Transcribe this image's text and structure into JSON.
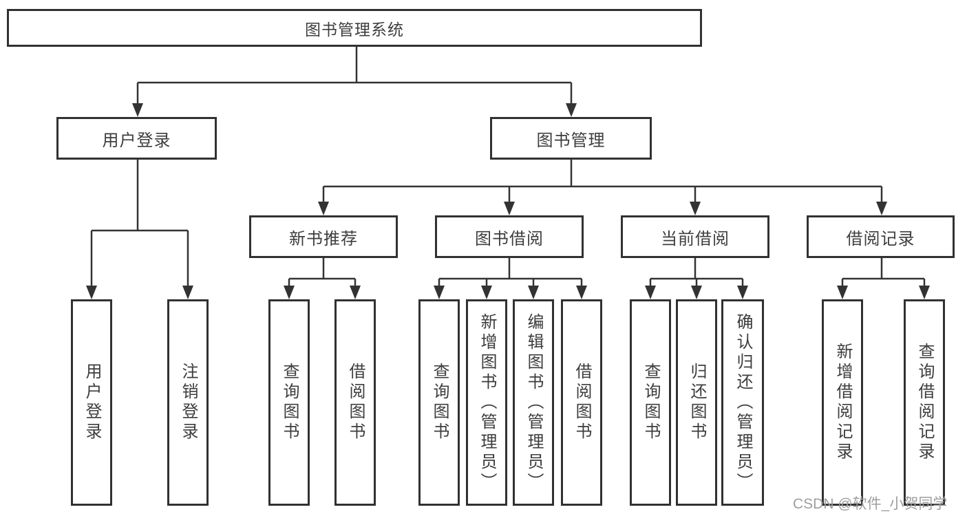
{
  "tree": {
    "root": {
      "label": "图书管理系统"
    },
    "branches": [
      {
        "label": "用户登录",
        "children": [
          {
            "label": "用户登录"
          },
          {
            "label": "注销登录"
          }
        ]
      },
      {
        "label": "图书管理",
        "groups": [
          {
            "label": "新书推荐",
            "children": [
              {
                "label": "查询图书"
              },
              {
                "label": "借阅图书"
              }
            ]
          },
          {
            "label": "图书借阅",
            "children": [
              {
                "label": "查询图书"
              },
              {
                "label": "新增图书（管理员）"
              },
              {
                "label": "编辑图书（管理员）"
              },
              {
                "label": "借阅图书"
              }
            ]
          },
          {
            "label": "当前借阅",
            "children": [
              {
                "label": "查询图书"
              },
              {
                "label": "归还图书"
              },
              {
                "label": "确认归还（管理员）"
              }
            ]
          },
          {
            "label": "借阅记录",
            "children": [
              {
                "label": "新增借阅记录"
              },
              {
                "label": "查询借阅记录"
              }
            ]
          }
        ]
      }
    ]
  },
  "watermark": {
    "text": "CSDN @软件_小贺同学"
  },
  "colors": {
    "line": "#333333",
    "box_border": "#313131",
    "text": "#3d3d3d",
    "watermark": "#9e9e9e",
    "background": "#ffffff"
  }
}
